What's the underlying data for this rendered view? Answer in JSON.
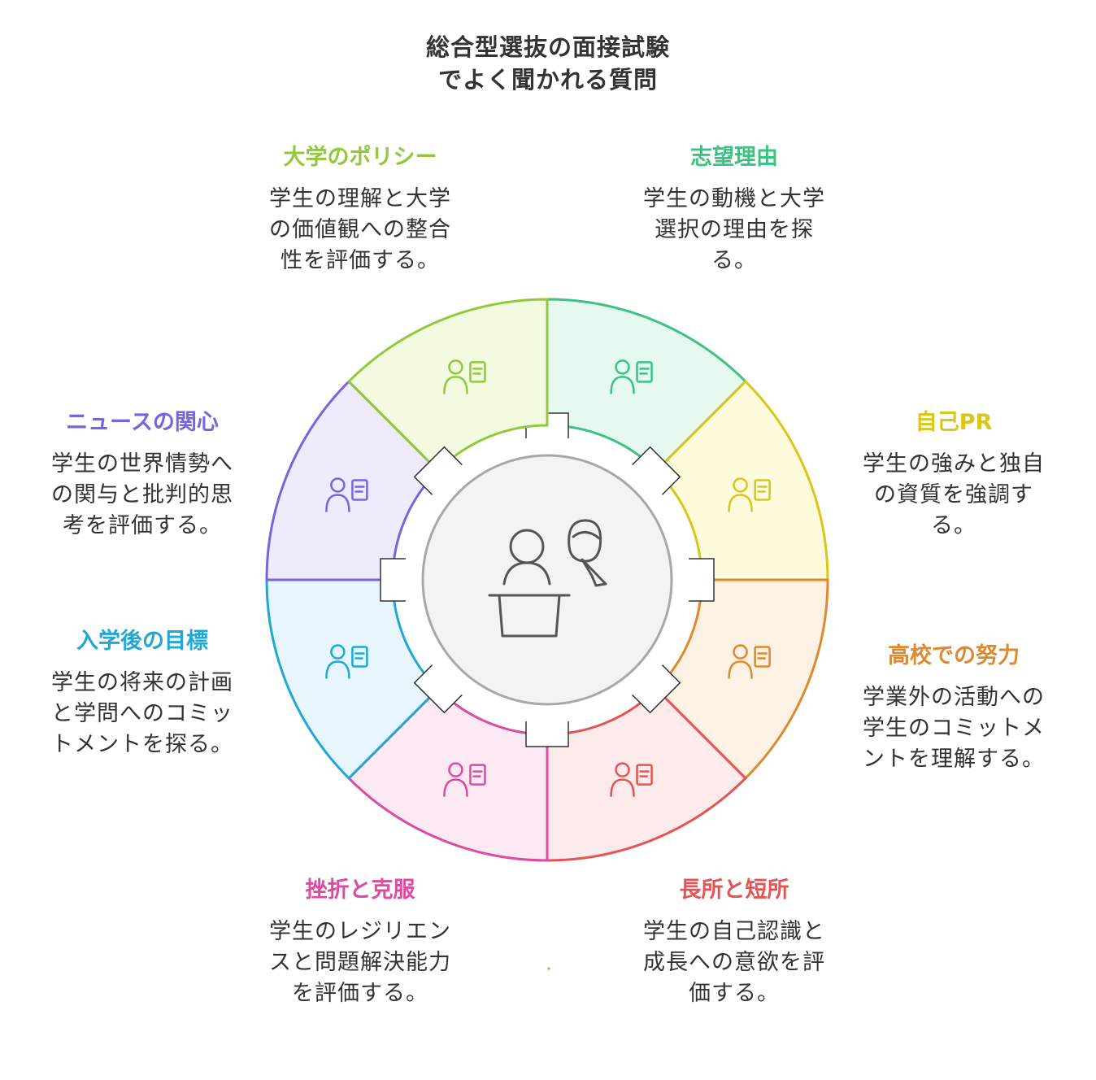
{
  "title": {
    "line1": "総合型選抜の面接試験",
    "line2": "でよく聞かれる質問"
  },
  "topics": [
    {
      "key": "motivation",
      "heading": "志望理由",
      "lines": [
        "学生の動機と大学",
        "選択の理由を探",
        "る。"
      ],
      "icon": "graduate-student-icon",
      "color": "#3cc283",
      "fill": "#e6f9ef"
    },
    {
      "key": "self-pr",
      "heading": "自己PR",
      "lines": [
        "学生の強みと独自",
        "の資質を強調す",
        "る。"
      ],
      "icon": "resume-graduate-icon",
      "color": "#d9c61a",
      "fill": "#fdfbdc"
    },
    {
      "key": "effort",
      "heading": "高校での努力",
      "lines": [
        "学業外の活動への",
        "学生のコミットメ",
        "ントを理解する。"
      ],
      "icon": "active-student-icon",
      "color": "#dd8a2e",
      "fill": "#fdf1e4"
    },
    {
      "key": "strengths",
      "heading": "長所と短所",
      "lines": [
        "学生の自己認識と",
        "成長への意欲を評",
        "価する。"
      ],
      "icon": "teacher-board-icon",
      "color": "#e55454",
      "fill": "#fdeaea"
    },
    {
      "key": "setback",
      "heading": "挫折と克服",
      "lines": [
        "学生のレジリエン",
        "スと問題解決能力",
        "を評価する。"
      ],
      "icon": "struggling-student-icon",
      "color": "#dd4aa0",
      "fill": "#fde9f4"
    },
    {
      "key": "goals",
      "heading": "入学後の目標",
      "lines": [
        "学生の将来の計画",
        "と学問へのコミッ",
        "トメントを探る。"
      ],
      "icon": "graduation-cap-chart-icon",
      "color": "#20a7d6",
      "fill": "#e6f6fc"
    },
    {
      "key": "news",
      "heading": "ニュースの関心",
      "lines": [
        "学生の世界情勢へ",
        "の関与と批判的思",
        "考を評価する。"
      ],
      "icon": "online-learner-icon",
      "color": "#7a63e0",
      "fill": "#eeebfc"
    },
    {
      "key": "policy",
      "heading": "大学のポリシー",
      "lines": [
        "学生の理解と大学",
        "の価値観への整合",
        "性を評価する。"
      ],
      "icon": "studying-student-icon",
      "color": "#93c83c",
      "fill": "#f2fadf"
    }
  ],
  "center": {
    "icon": "interview-podium-icon"
  }
}
